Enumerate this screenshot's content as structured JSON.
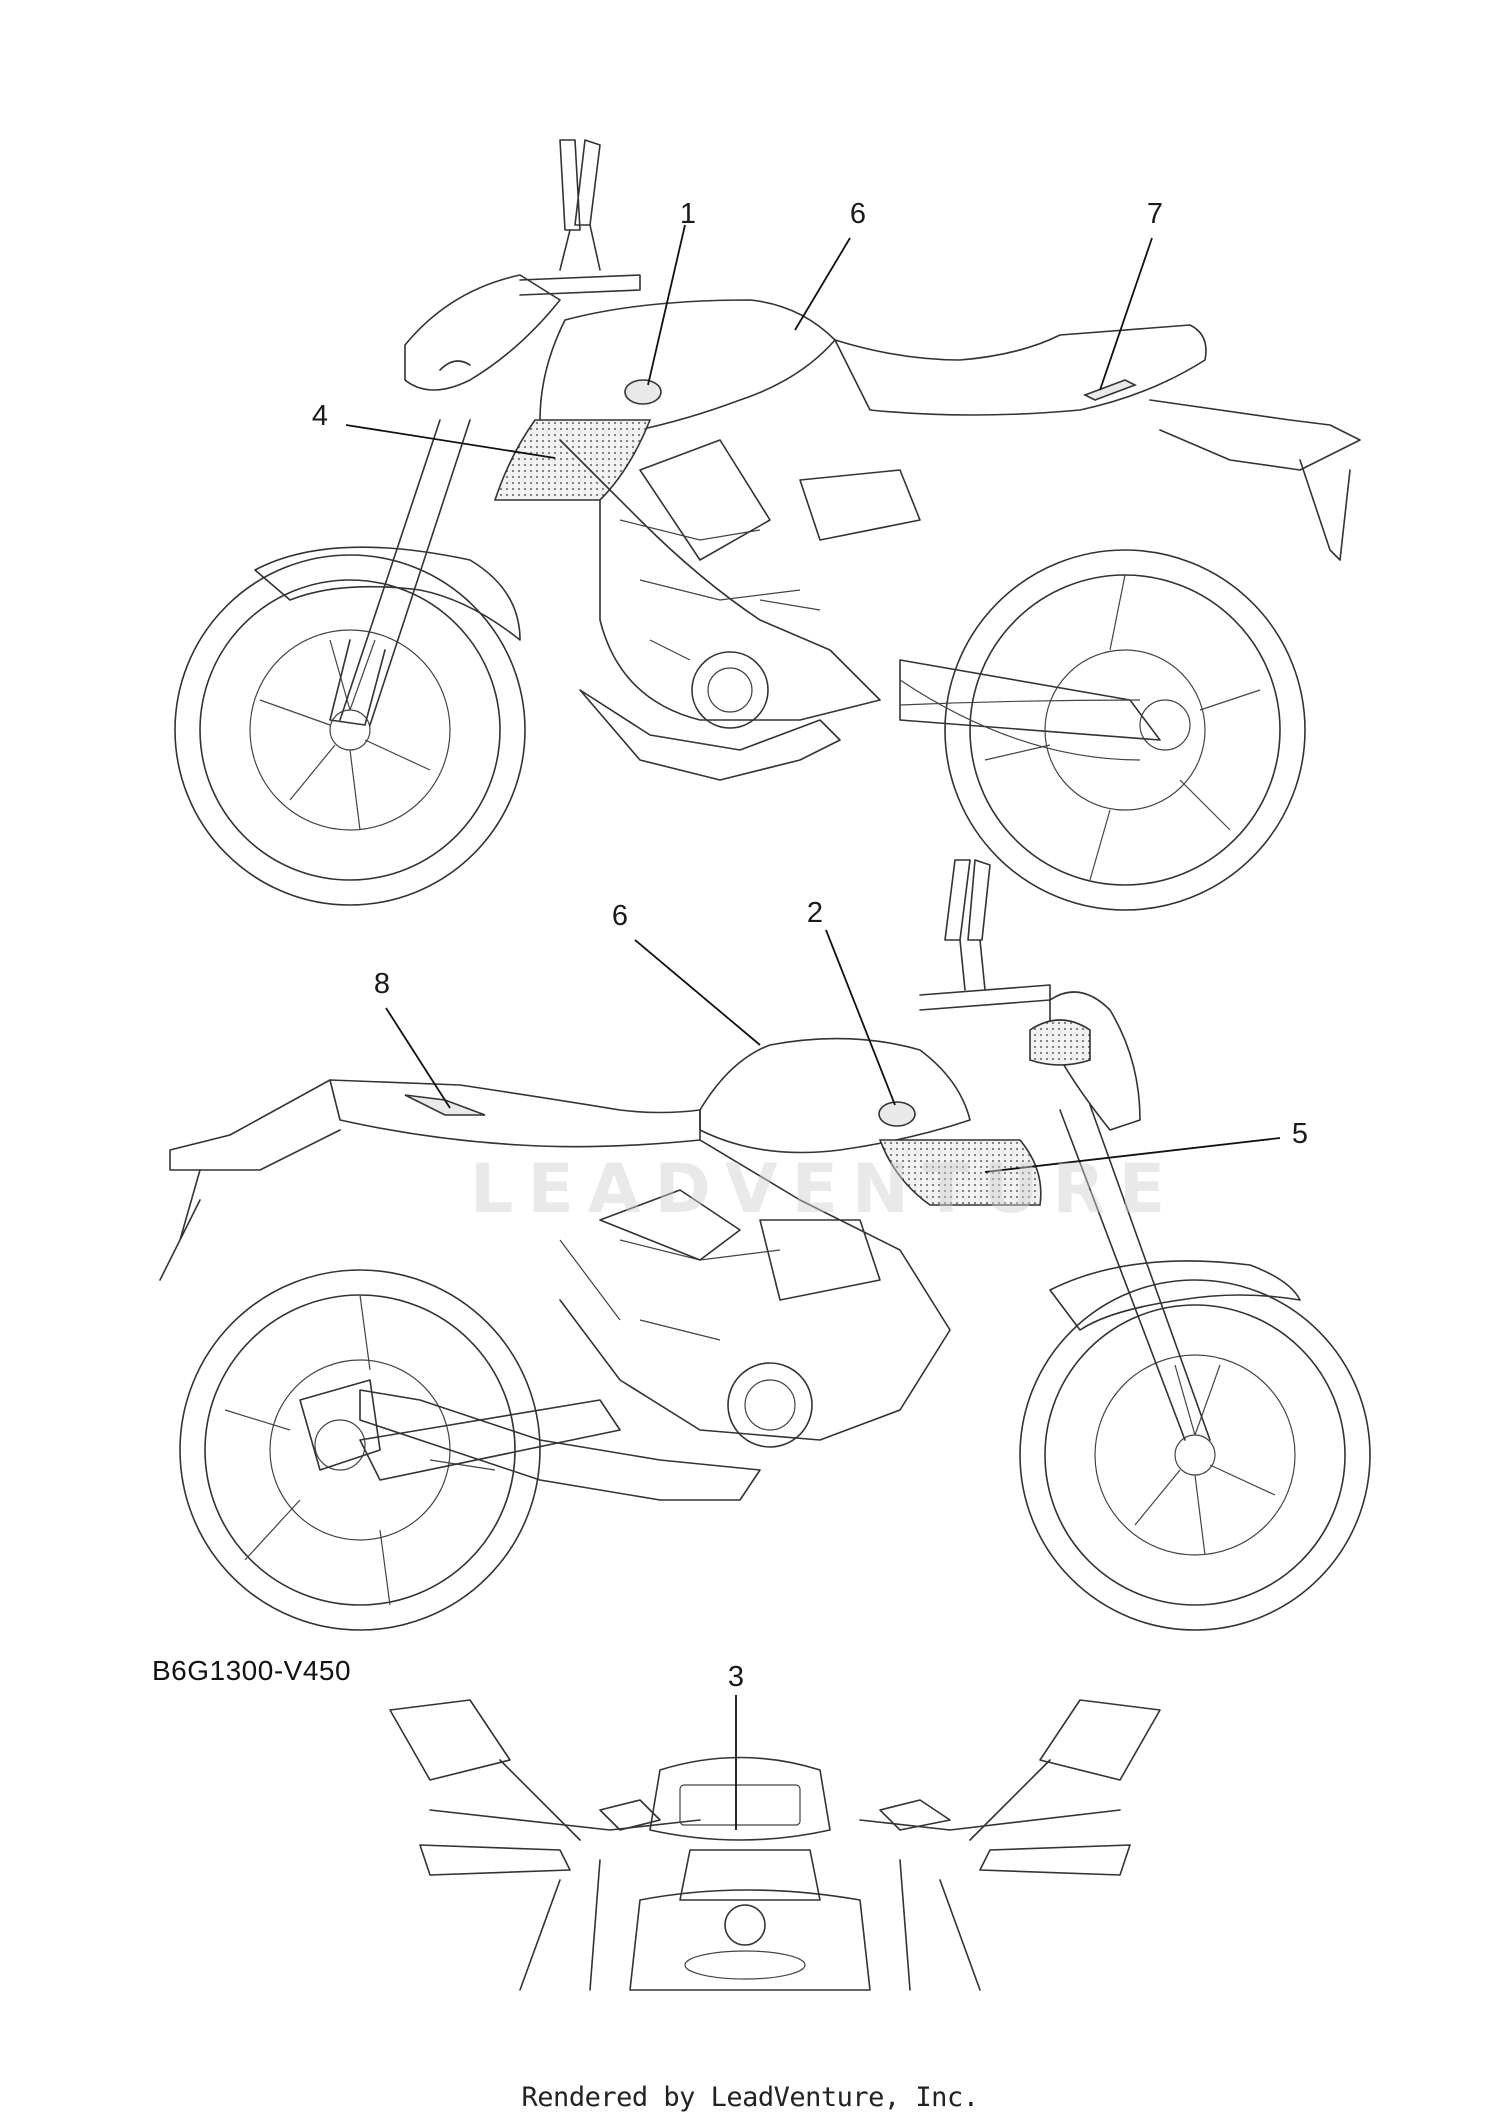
{
  "diagram_code": "B6G1300-V450",
  "footer_text": "Rendered by LeadVenture, Inc.",
  "watermark_text": "LEADVENTURE",
  "callouts": [
    {
      "label": "1"
    },
    {
      "label": "6"
    },
    {
      "label": "7"
    },
    {
      "label": "4"
    },
    {
      "label": "6"
    },
    {
      "label": "2"
    },
    {
      "label": "8"
    },
    {
      "label": "5"
    },
    {
      "label": "3"
    }
  ]
}
